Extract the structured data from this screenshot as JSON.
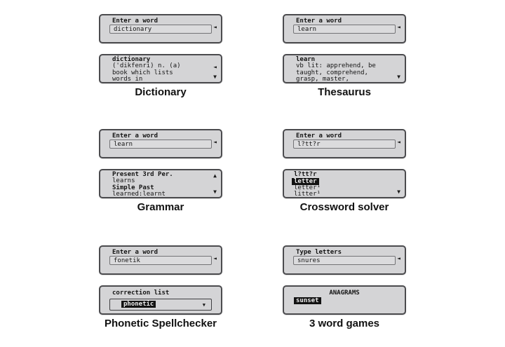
{
  "icons": {
    "left_arrow": "◄",
    "up_arrow": "▲",
    "down_arrow": "▼"
  },
  "colors": {
    "screen_bg": "#d4d4d6",
    "screen_border": "#4b4b4e",
    "highlight_bg": "#121212",
    "highlight_text": "#eeeeee"
  },
  "panels": [
    {
      "label": "Dictionary",
      "input": {
        "title": "Enter a word",
        "value": "dictionary"
      },
      "output": {
        "lines": [
          "dictionary",
          "('dikfenri) n. (a)",
          "book which lists",
          "words in"
        ]
      }
    },
    {
      "label": "Thesaurus",
      "input": {
        "title": "Enter a word",
        "value": "learn"
      },
      "output": {
        "lines": [
          "learn",
          "vb lit: apprehend, be",
          "taught, comprehend,",
          "grasp, master,"
        ]
      }
    },
    {
      "label": "Grammar",
      "input": {
        "title": "Enter a word",
        "value": "learn"
      },
      "output": {
        "lines": [
          "Present 3rd Per.",
          "learns",
          "Simple Past",
          "learned:learnt"
        ]
      }
    },
    {
      "label": "Crossword solver",
      "input": {
        "title": "Enter a word",
        "value": "l?tt?r"
      },
      "output": {
        "pattern": "l?tt?r",
        "selected": "letter",
        "results": [
          "letter¹",
          "litter¹"
        ]
      }
    },
    {
      "label": "Phonetic Spellchecker",
      "input": {
        "title": "Enter a word",
        "value": "fonetik"
      },
      "output": {
        "title": "correction list",
        "selected": "phonetic"
      }
    },
    {
      "label": "3 word games",
      "input": {
        "title": "Type letters",
        "value": "snures"
      },
      "output": {
        "title": "ANAGRAMS",
        "selected": "sunset"
      }
    }
  ]
}
